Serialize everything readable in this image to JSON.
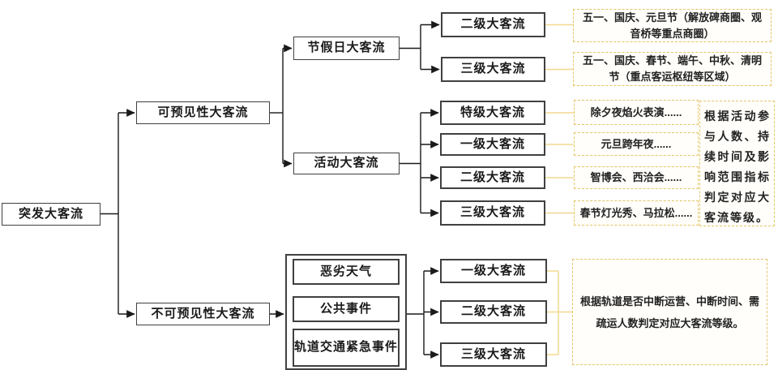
{
  "diagram": {
    "root": {
      "label": "突发大客流"
    },
    "predictable": {
      "label": "可预见性大客流",
      "holiday": {
        "label": "节假日大客流",
        "levels": [
          {
            "label": "二级大客流",
            "note": "五一、国庆、元旦节（解放碑商圈、观音桥等重点商圈）"
          },
          {
            "label": "三级大客流",
            "note": "五一、国庆、春节、端午、中秋、清明节（重点客运枢纽等区域）"
          }
        ]
      },
      "activity": {
        "label": "活动大客流",
        "levels": [
          {
            "label": "特级大客流",
            "example": "除夕夜焰火表演......"
          },
          {
            "label": "一级大客流",
            "example": "元旦跨年夜......"
          },
          {
            "label": "二级大客流",
            "example": "智博会、西洽会......"
          },
          {
            "label": "三级大客流",
            "example": "春节灯光秀、马拉松......"
          }
        ],
        "note": "根据活动参与人数、持续时间及影响范围指标判定对应大客流等级。"
      }
    },
    "unpredictable": {
      "label": "不可预见性大客流",
      "causes": [
        "恶劣天气",
        "公共事件",
        "轨道交通紧急事件"
      ],
      "levels": [
        "一级大客流",
        "二级大客流",
        "三级大客流"
      ],
      "note": "根据轨道是否中断运营、中断时间、需疏运人数判定对应大客流等级。"
    },
    "colors": {
      "box_border": "#404040",
      "connector_black": "#1a1a1a",
      "note_border": "#e3c567",
      "note_connector": "#f2d88f",
      "note_background": "#fffefa"
    }
  }
}
